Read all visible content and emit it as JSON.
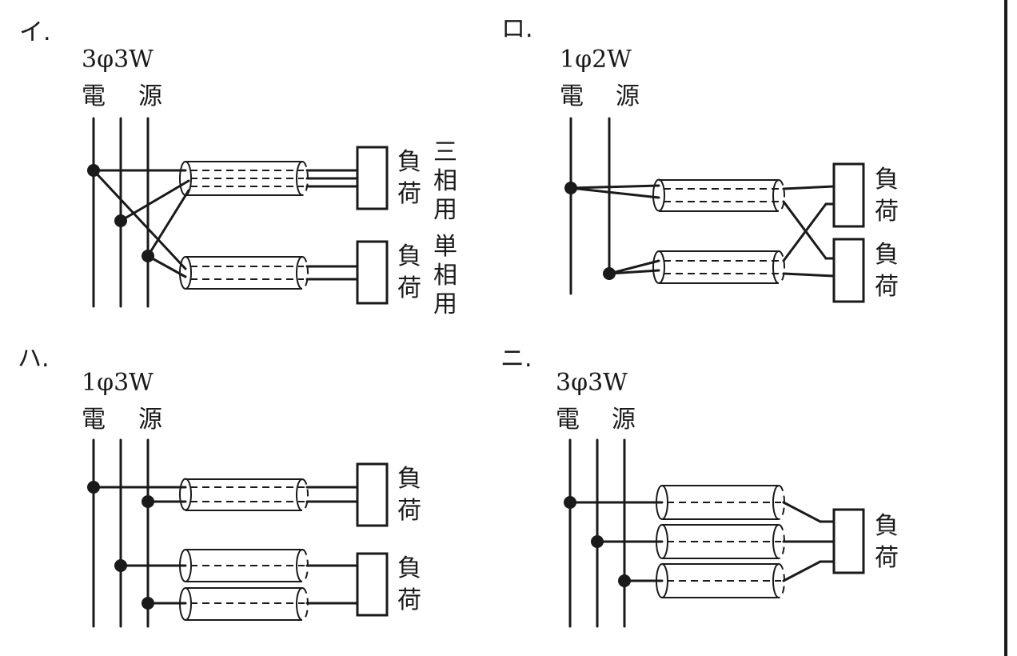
{
  "panels": {
    "i": {
      "label": "イ.",
      "system": "3φ3W",
      "source_chars": [
        "電",
        "源"
      ],
      "loads": [
        {
          "text": [
            "負",
            "荷"
          ],
          "usage": [
            "三",
            "相",
            "用"
          ]
        },
        {
          "text": [
            "負",
            "荷"
          ],
          "usage": [
            "単",
            "相",
            "用"
          ]
        }
      ]
    },
    "ro": {
      "label": "ロ.",
      "system": "1φ2W",
      "source_chars": [
        "電",
        "源"
      ],
      "loads": [
        {
          "text": [
            "負",
            "荷"
          ]
        },
        {
          "text": [
            "負",
            "荷"
          ]
        }
      ]
    },
    "ha": {
      "label": "ハ.",
      "system": "1φ3W",
      "source_chars": [
        "電",
        "源"
      ],
      "loads": [
        {
          "text": [
            "負",
            "荷"
          ]
        },
        {
          "text": [
            "負",
            "荷"
          ]
        }
      ]
    },
    "ni": {
      "label": "ニ.",
      "system": "3φ3W",
      "source_chars": [
        "電",
        "源"
      ],
      "loads": [
        {
          "text": [
            "負",
            "荷"
          ]
        }
      ]
    }
  }
}
